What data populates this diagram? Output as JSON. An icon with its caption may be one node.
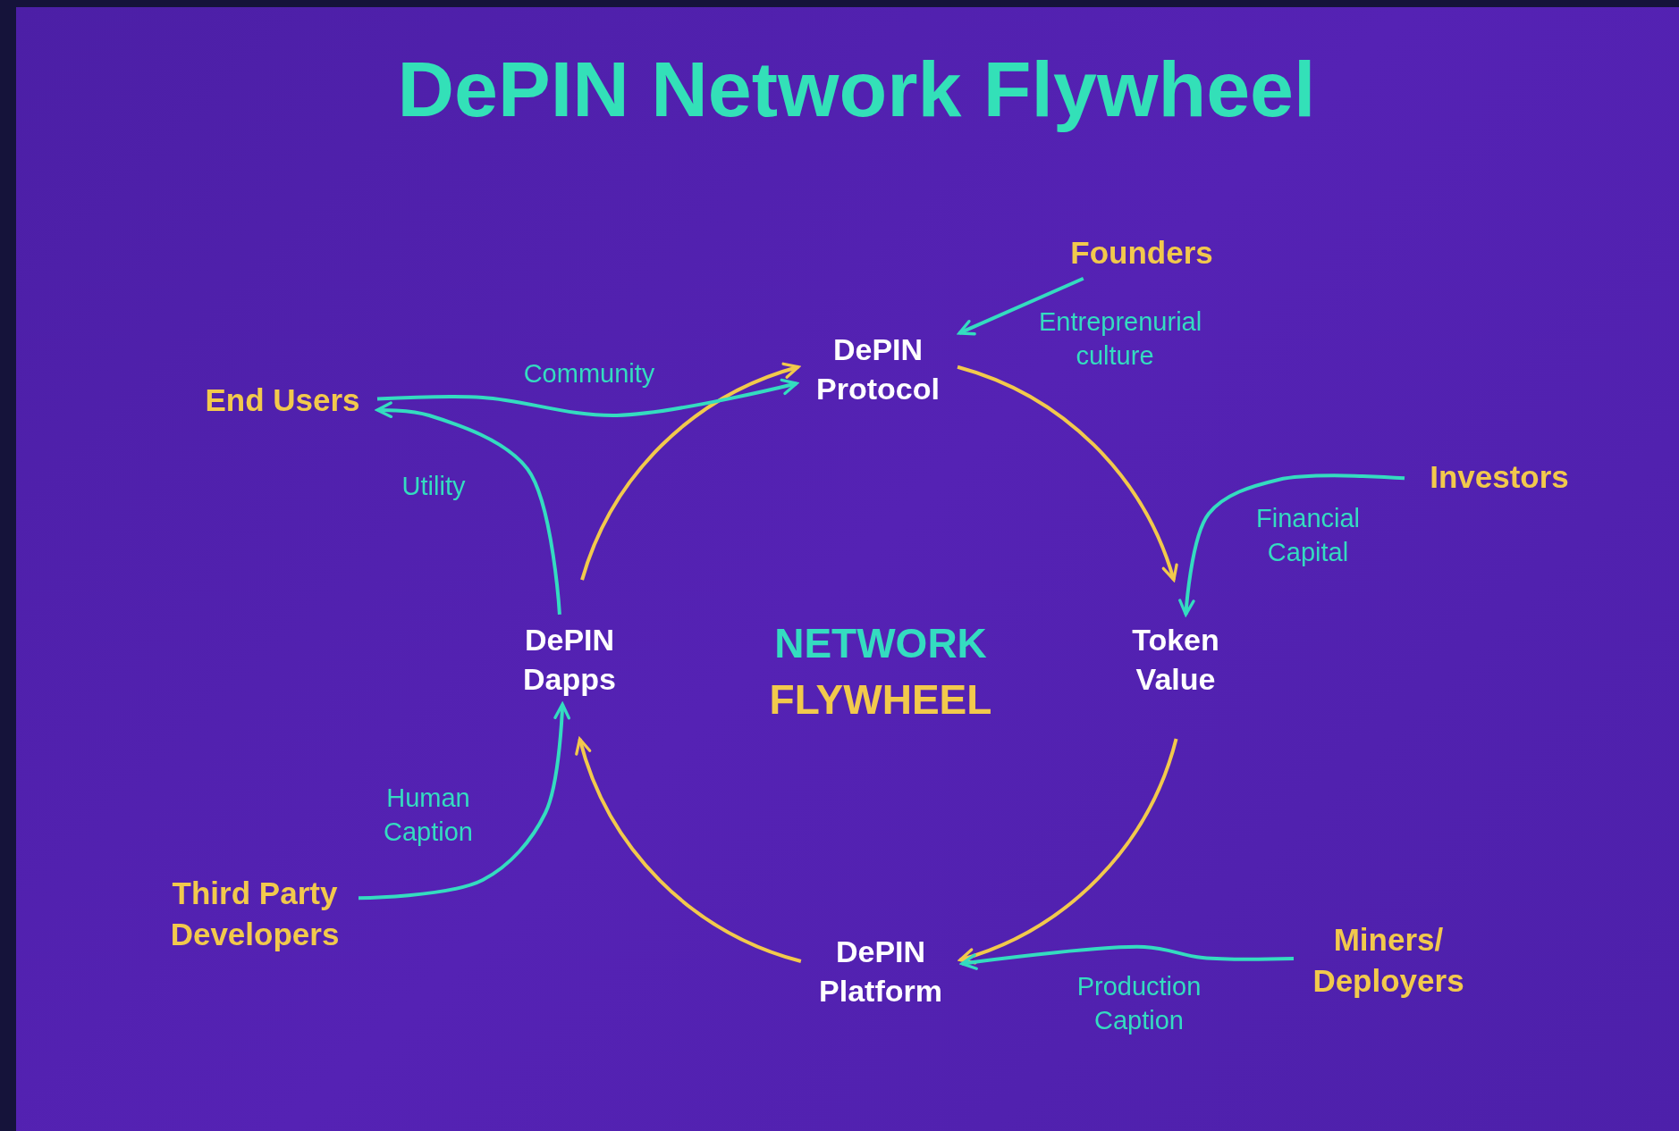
{
  "diagram": {
    "title": "DePIN Network Flywheel",
    "nodes": [
      {
        "text": [
          "DePIN Protocol"
        ]
      },
      {
        "text": [
          "Token Value"
        ]
      },
      {
        "text": [
          "DePIN Platform"
        ]
      },
      {
        "text": [
          "DePIN Dapps"
        ]
      },
      {
        "text": [
          "Founders"
        ]
      },
      {
        "text": [
          "Investors"
        ]
      },
      {
        "text": [
          "Miners/ Deployers"
        ]
      },
      {
        "text": [
          "Third Party Developers"
        ]
      },
      {
        "text": [
          "End Users"
        ]
      }
    ],
    "edges": [
      {
        "from": 0,
        "to": 1,
        "arrow": "to",
        "color": "#f2c94c"
      },
      {
        "from": 1,
        "to": 2,
        "arrow": "to",
        "color": "#f2c94c"
      },
      {
        "from": 2,
        "to": 3,
        "arrow": "to",
        "color": "#f2c94c"
      },
      {
        "from": 3,
        "to": 0,
        "arrow": "to",
        "color": "#f2c94c"
      },
      {
        "from": 4,
        "to": 0,
        "arrow": "to",
        "label": "Entreprenurial culture"
      },
      {
        "from": 5,
        "to": 1,
        "arrow": "to",
        "label": "Financial Capital"
      },
      {
        "from": 6,
        "to": 2,
        "arrow": "to",
        "label": "Production Caption"
      },
      {
        "from": 7,
        "to": 3,
        "arrow": "to",
        "label": "Human Caption"
      },
      {
        "from": 3,
        "to": 8,
        "arrow": "to",
        "label": "Utility"
      },
      {
        "from": 8,
        "to": 0,
        "arrow": "to",
        "label": "Community"
      }
    ],
    "labels": [
      "NETWORK",
      "FLYWHEEL"
    ]
  }
}
